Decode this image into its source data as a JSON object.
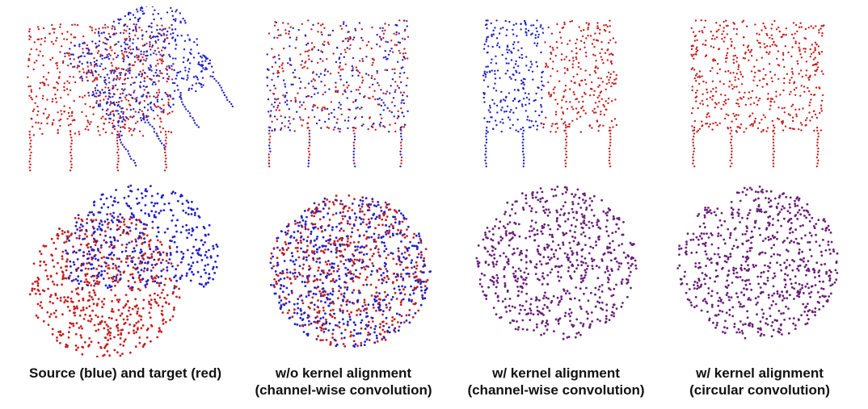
{
  "colors": {
    "source": "#2020c8",
    "target": "#c81e1e",
    "overlap": "#6a1e78"
  },
  "panels": [
    {
      "row": "chair",
      "state": "misaligned"
    },
    {
      "row": "chair",
      "state": "overlapped"
    },
    {
      "row": "chair",
      "state": "half-split"
    },
    {
      "row": "chair",
      "state": "aligned"
    },
    {
      "row": "sphere",
      "state": "misaligned"
    },
    {
      "row": "sphere",
      "state": "partially-aligned"
    },
    {
      "row": "sphere",
      "state": "overlapped"
    },
    {
      "row": "sphere",
      "state": "aligned"
    }
  ],
  "captions": [
    {
      "line1": "Source (blue) and target (red)",
      "line2": ""
    },
    {
      "line1": "w/o kernel alignment",
      "line2": "(channel-wise convolution)"
    },
    {
      "line1": "w/ kernel alignment",
      "line2": "(channel-wise convolution)"
    },
    {
      "line1": "w/ kernel alignment",
      "line2": "(circular convolution)"
    }
  ]
}
